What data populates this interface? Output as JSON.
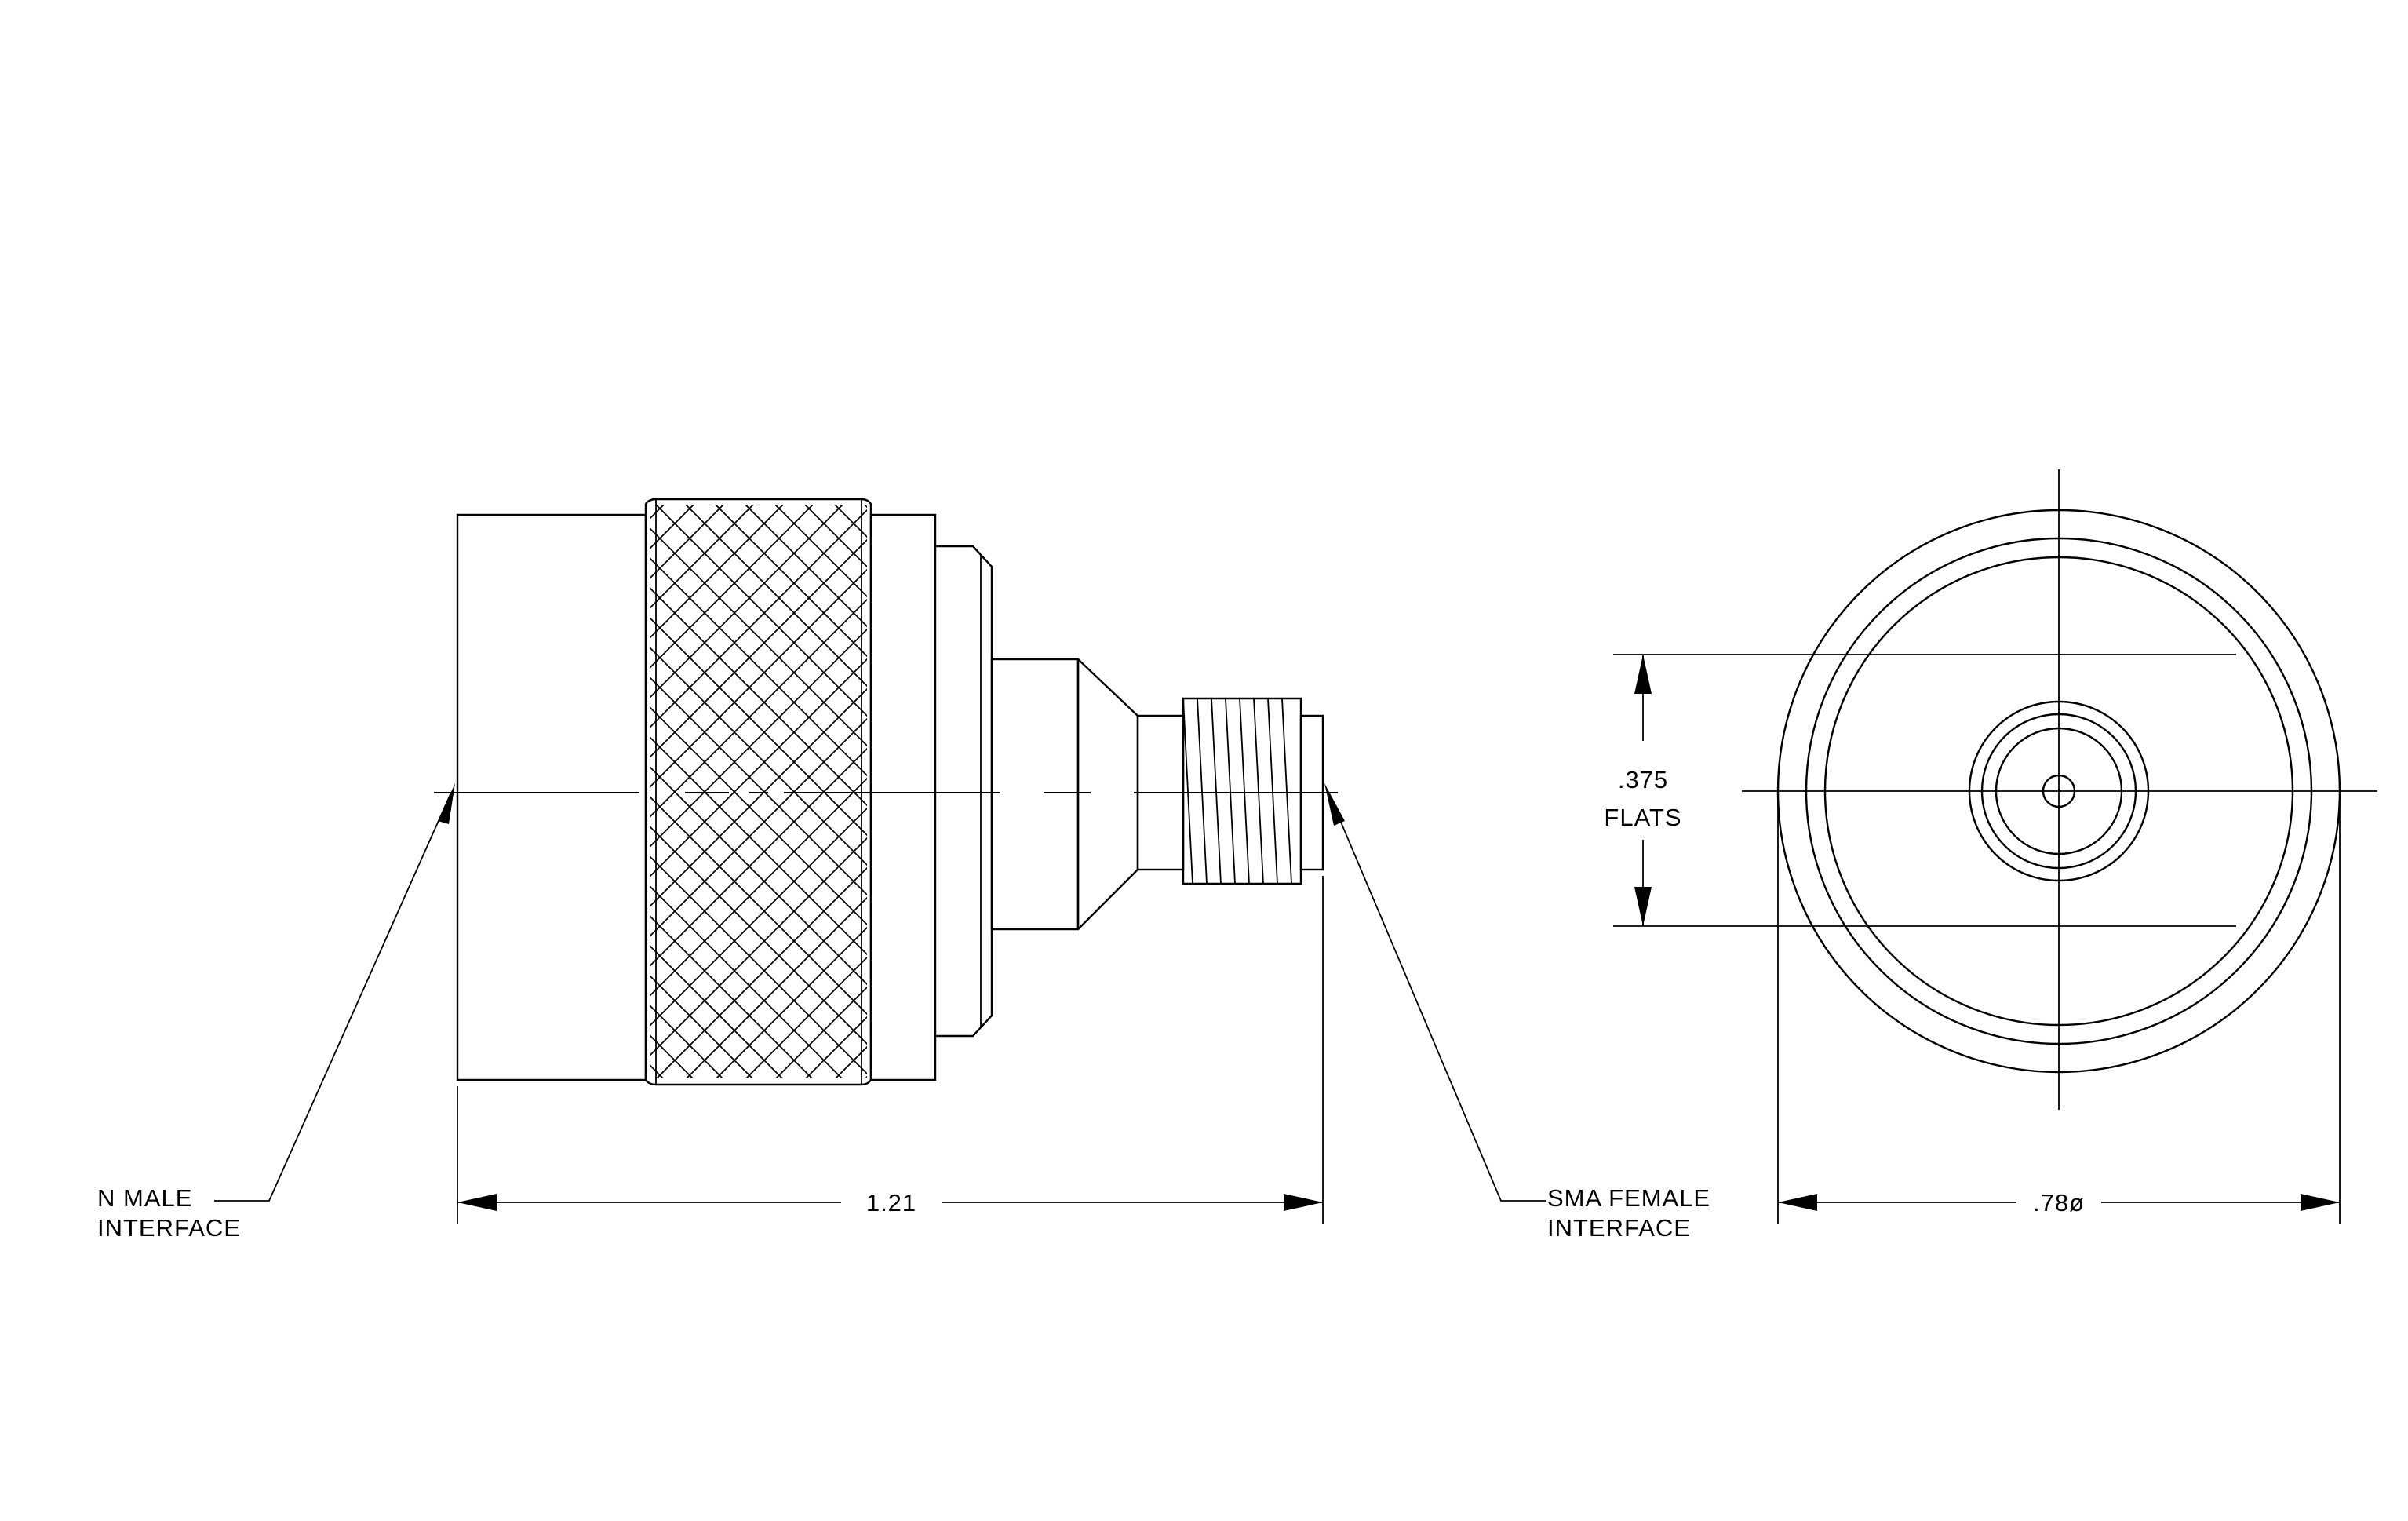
{
  "labels": {
    "n_male_line1": "N MALE",
    "n_male_line2": "INTERFACE",
    "sma_female_line1": "SMA FEMALE",
    "sma_female_line2": "INTERFACE",
    "length_dim": "1.21",
    "flats_dim": ".375",
    "flats_word": "FLATS",
    "diameter_dim": ".78ø"
  }
}
